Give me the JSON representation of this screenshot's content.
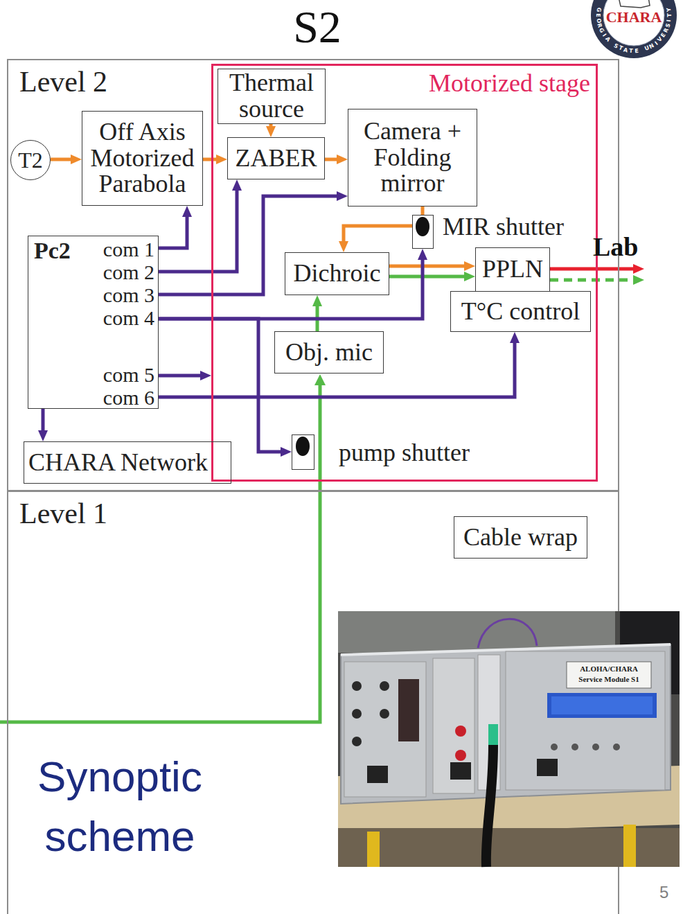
{
  "diagram": {
    "title": "S2",
    "nodes": [
      {
        "text": [
          "Level 2"
        ]
      },
      {
        "text": [
          "Level 1"
        ]
      },
      {
        "text": [
          "Motorized stage"
        ],
        "in": 0
      },
      {
        "text": [
          "T2"
        ],
        "in": 0
      },
      {
        "text": [
          "Off Axis Motorized Parabola"
        ],
        "in": 0
      },
      {
        "text": [
          "Pc2",
          "com 1",
          "com 2",
          "com 3",
          "com 4",
          "com 5",
          "com 6"
        ],
        "in": 0
      },
      {
        "text": [
          "CHARA Network"
        ],
        "in": 0
      },
      {
        "text": [
          "Thermal source"
        ],
        "in": 2
      },
      {
        "text": [
          "ZABER"
        ],
        "in": 2
      },
      {
        "text": [
          "Camera + Folding mirror"
        ],
        "in": 2
      },
      {
        "text": [
          "MIR shutter"
        ],
        "in": 2
      },
      {
        "text": [
          "Dichroic"
        ],
        "in": 2
      },
      {
        "text": [
          "PPLN"
        ],
        "in": 2
      },
      {
        "text": [
          "T°C control"
        ],
        "in": 2
      },
      {
        "text": [
          "Obj. mic"
        ],
        "in": 2
      },
      {
        "text": [
          "pump shutter"
        ],
        "in": 2
      },
      {
        "text": [
          "Cable wrap"
        ],
        "in": 1
      }
    ],
    "edges": [
      {
        "from": 3,
        "to": 4,
        "arrow": "to"
      },
      {
        "from": 4,
        "to": 8,
        "arrow": "to"
      },
      {
        "from": 7,
        "to": 8,
        "arrow": "to"
      },
      {
        "from": 8,
        "to": 9,
        "arrow": "to"
      },
      {
        "from": 9,
        "to": 10,
        "arrow": "none"
      },
      {
        "from": 10,
        "to": 11,
        "arrow": "to"
      },
      {
        "from": 11,
        "to": 12,
        "arrow": "to"
      },
      {
        "from": 11,
        "to": 12,
        "arrow": "to"
      },
      {
        "from": 14,
        "to": 11,
        "arrow": "to"
      },
      {
        "from": 5,
        "to": 4,
        "arrow": "to"
      },
      {
        "from": 5,
        "to": 8,
        "arrow": "to"
      },
      {
        "from": 5,
        "to": 9,
        "arrow": "to"
      },
      {
        "from": 5,
        "to": 10,
        "arrow": "to"
      },
      {
        "from": 5,
        "to": 15,
        "arrow": "to"
      },
      {
        "from": 5,
        "to": 2,
        "arrow": "to"
      },
      {
        "from": 5,
        "to": 13,
        "arrow": "to"
      },
      {
        "from": 5,
        "to": 6,
        "arrow": "to"
      }
    ],
    "labels": [
      "CHARA",
      "GEORGIA STATE UNIVERSITY",
      "Lab",
      "Synoptic scheme",
      "ALOHA/CHARA",
      "Service Module S1",
      "5"
    ]
  }
}
